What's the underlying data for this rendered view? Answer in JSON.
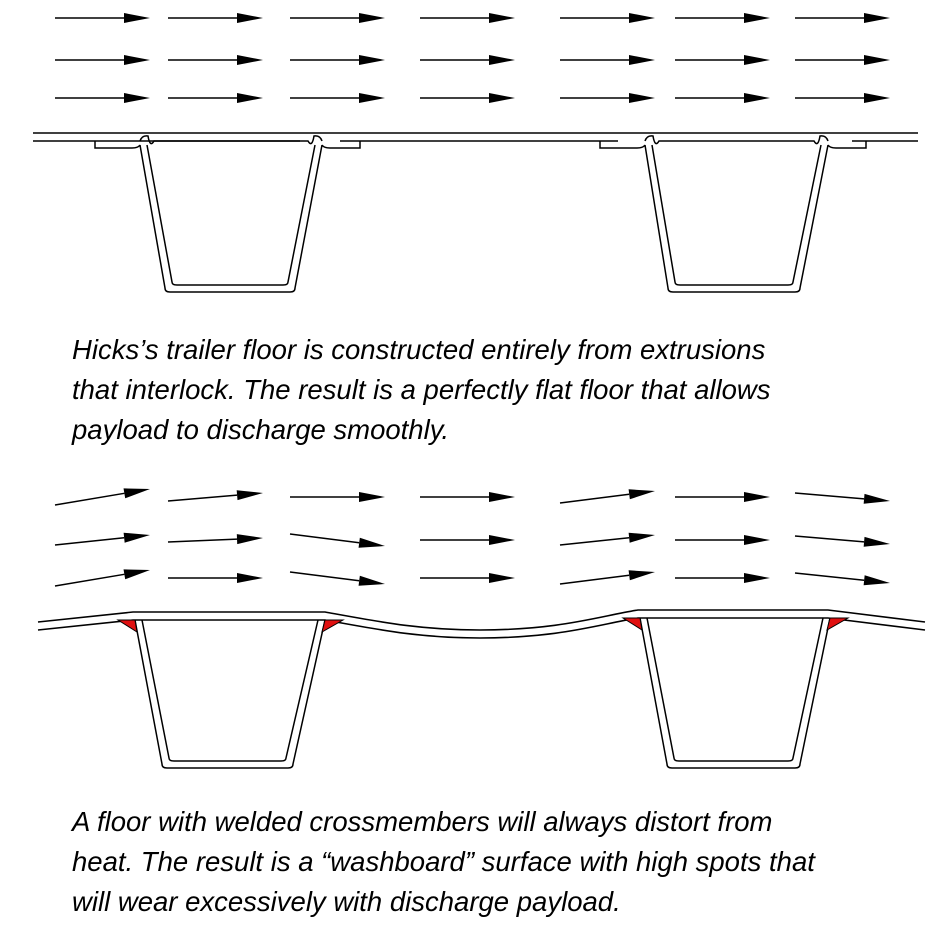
{
  "top_panel": {
    "caption_lines": [
      "Hicks’s trailer floor is constructed entirely from extrusions",
      "that interlock. The result is a perfectly flat floor that allows",
      "payload to discharge smoothly."
    ]
  },
  "bottom_panel": {
    "caption_lines": [
      "A floor with welded crossmembers will always distort from",
      "heat. The result is a “washboard” surface with high spots that",
      "will wear excessively with discharge payload."
    ]
  },
  "colors": {
    "line": "#000000",
    "weld": "#e01010"
  }
}
